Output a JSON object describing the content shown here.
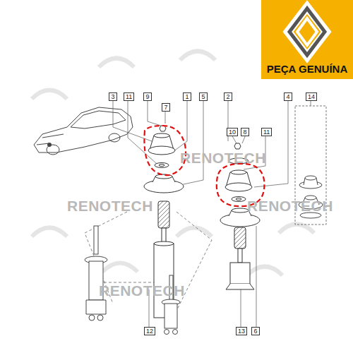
{
  "diagram": {
    "nodes": [
      {
        "text": [
          "PEÇA GENUÍNA"
        ]
      }
    ],
    "labels": [
      "3",
      "11",
      "9",
      "7",
      "1",
      "5",
      "2",
      "10",
      "8",
      "11",
      "4",
      "14",
      "12",
      "13",
      "6",
      "RENOTECH",
      "RENOTECH",
      "RENOTECH",
      "RENOTECH"
    ]
  }
}
